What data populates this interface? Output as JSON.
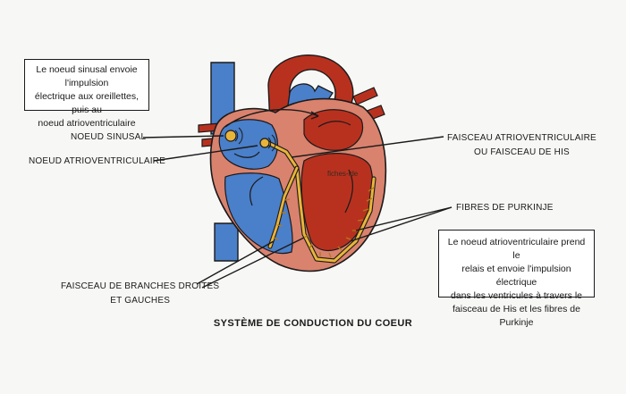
{
  "diagram": {
    "title": "SYSTÈME DE CONDUCTION DU COEUR",
    "box_left": [
      "Le noeud sinusal envoie l'impulsion",
      "électrique aux oreillettes, puis au",
      "noeud atrioventriculaire"
    ],
    "box_right": [
      "Le noeud atrioventriculaire  prend le",
      "relais et envoie l'impulsion électrique",
      "dans les ventricules à travers le",
      "faisceau de His et les fibres de Purkinje"
    ],
    "labels": {
      "sinusal": "NOEUD SINUSAL",
      "av": "NOEUD ATRIOVENTRICULAIRE",
      "his": [
        "FAISCEAU ATRIOVENTRICULAIRE",
        "OU FAISCEAU DE HIS"
      ],
      "purkinje": "FIBRES DE PURKINJE",
      "branches": [
        "FAISCEAU DE BRANCHES DROITES",
        "ET GAUCHES"
      ]
    },
    "watermark": "fiches-ide",
    "colors": {
      "blue": "#4a7fc9",
      "red": "#b8311f",
      "muscle": "#d9826e",
      "conduction": "#e9b43a",
      "outline": "#1a1a1a"
    }
  }
}
